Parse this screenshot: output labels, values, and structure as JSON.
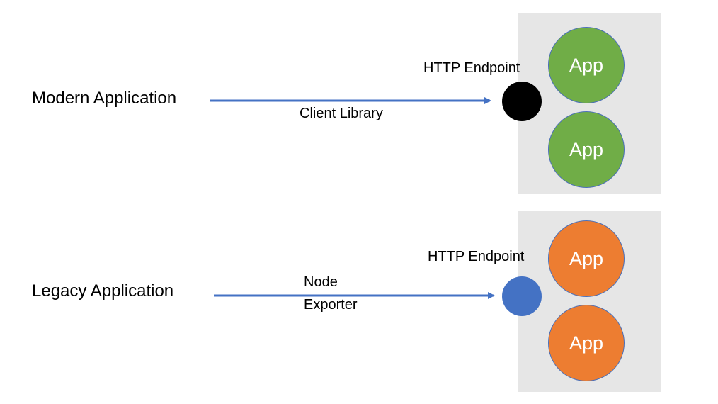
{
  "colors": {
    "arrow": "#4472c4",
    "panel": "#e6e6e6",
    "modern_app": "#70ad47",
    "legacy_app": "#ed7d31",
    "modern_endpoint": "#000000",
    "legacy_endpoint": "#4472c4"
  },
  "modern": {
    "label": "Modern Application",
    "arrow_label": "Client Library",
    "endpoint_label": "HTTP Endpoint",
    "apps": [
      "App",
      "App"
    ]
  },
  "legacy": {
    "label": "Legacy Application",
    "arrow_label_line1": "Node",
    "arrow_label_line2": "Exporter",
    "endpoint_label": "HTTP Endpoint",
    "apps": [
      "App",
      "App"
    ]
  }
}
